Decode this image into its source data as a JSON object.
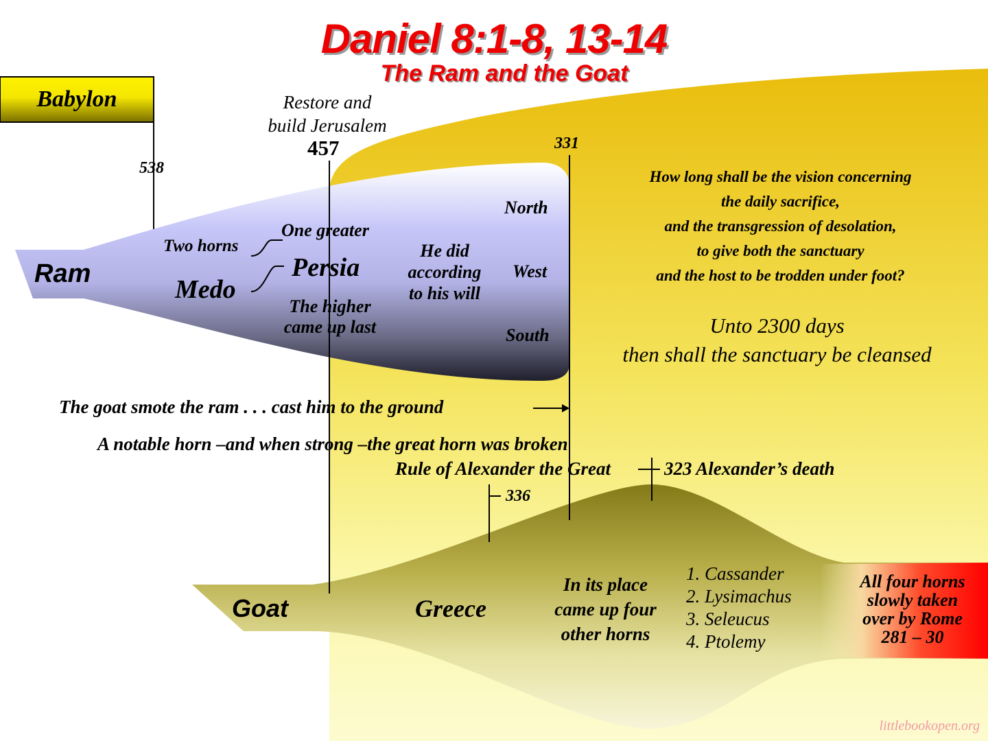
{
  "title": "Daniel 8:1-8, 13-14",
  "subtitle": "The Ram and the Goat",
  "babylon": "Babylon",
  "years": {
    "y538": "538",
    "y457": "457",
    "y331": "331",
    "y336": "336"
  },
  "restore": [
    "Restore and",
    "build Jerusalem"
  ],
  "ram": {
    "label": "Ram",
    "two_horns": "Two horns",
    "one_greater": "One greater",
    "medo": "Medo",
    "persia": "Persia",
    "higher": [
      "The higher",
      "came up last"
    ],
    "did_will": [
      "He did",
      "according",
      "to his will"
    ],
    "directions": [
      "North",
      "West",
      "South"
    ]
  },
  "question": [
    "How long shall be the vision concerning",
    "the daily sacrifice,",
    "and the transgression of desolation,",
    "to give both the sanctuary",
    "and the host to be trodden under foot?"
  ],
  "answer": [
    "Unto 2300 days",
    "then shall the sanctuary be cleansed"
  ],
  "goat_smote": "The goat smote the ram . . . cast him to the ground",
  "notable_horn": "A notable horn –and when strong –the great horn was broken",
  "rule_alexander": "Rule of Alexander the Great",
  "alexander_death": "323 Alexander’s death",
  "goat": {
    "label": "Goat",
    "greece": "Greece",
    "in_its_place": [
      "In its place",
      "came up four",
      "other horns"
    ],
    "horns": [
      "1. Cassander",
      "2. Lysimachus",
      "3. Seleucus",
      "4. Ptolemy"
    ]
  },
  "rome": [
    "All four horns",
    "slowly taken",
    "over by Rome",
    "281 – 30"
  ],
  "watermark": "littlebookopen.org",
  "colors": {
    "title": "#ee0000",
    "gold": "#e8c020",
    "ram_light": "#c8c8ff",
    "ram_dark": "#1e1e2e",
    "goat": "#8a7e1c",
    "rome_red": "#ff0000"
  }
}
